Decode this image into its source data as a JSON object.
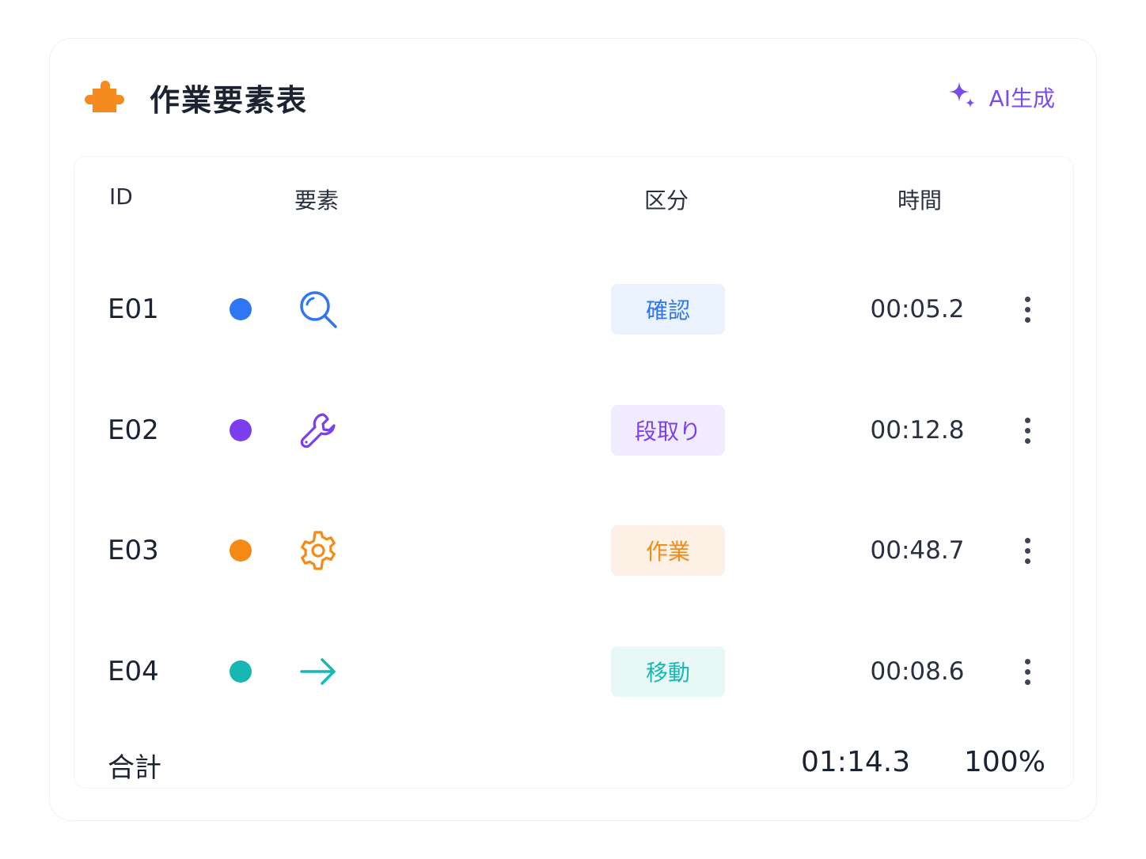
{
  "header": {
    "title": "作業要素表",
    "icon": "puzzle-icon",
    "icon_color": "#f58a1f",
    "ai_button_label": "AI生成",
    "ai_icon": "sparkle-icon",
    "accent_color": "#7b4bf0"
  },
  "table": {
    "columns": {
      "id": "ID",
      "element": "要素",
      "category": "区分",
      "time": "時間"
    },
    "rows": [
      {
        "id": "E01",
        "dot_color": "#2f76f5",
        "icon": "search-icon",
        "category": "確認",
        "category_color": "#2f76f5",
        "category_bg": "#e9f2fd",
        "time": "00:05.2"
      },
      {
        "id": "E02",
        "dot_color": "#7b3ff0",
        "icon": "wrench-icon",
        "category": "段取り",
        "category_color": "#7b3ff0",
        "category_bg": "#f1ecfd",
        "time": "00:12.8"
      },
      {
        "id": "E03",
        "dot_color": "#f68a17",
        "icon": "gear-icon",
        "category": "作業",
        "category_color": "#f68a17",
        "category_bg": "#fdf1e6",
        "time": "00:48.7"
      },
      {
        "id": "E04",
        "dot_color": "#18b7b4",
        "icon": "arrow-right-icon",
        "category": "移動",
        "category_color": "#18b7b4",
        "category_bg": "#e8f8f7",
        "time": "00:08.6"
      }
    ],
    "footer": {
      "label": "合計",
      "total_time": "01:14.3",
      "total_percent": "100%"
    }
  }
}
